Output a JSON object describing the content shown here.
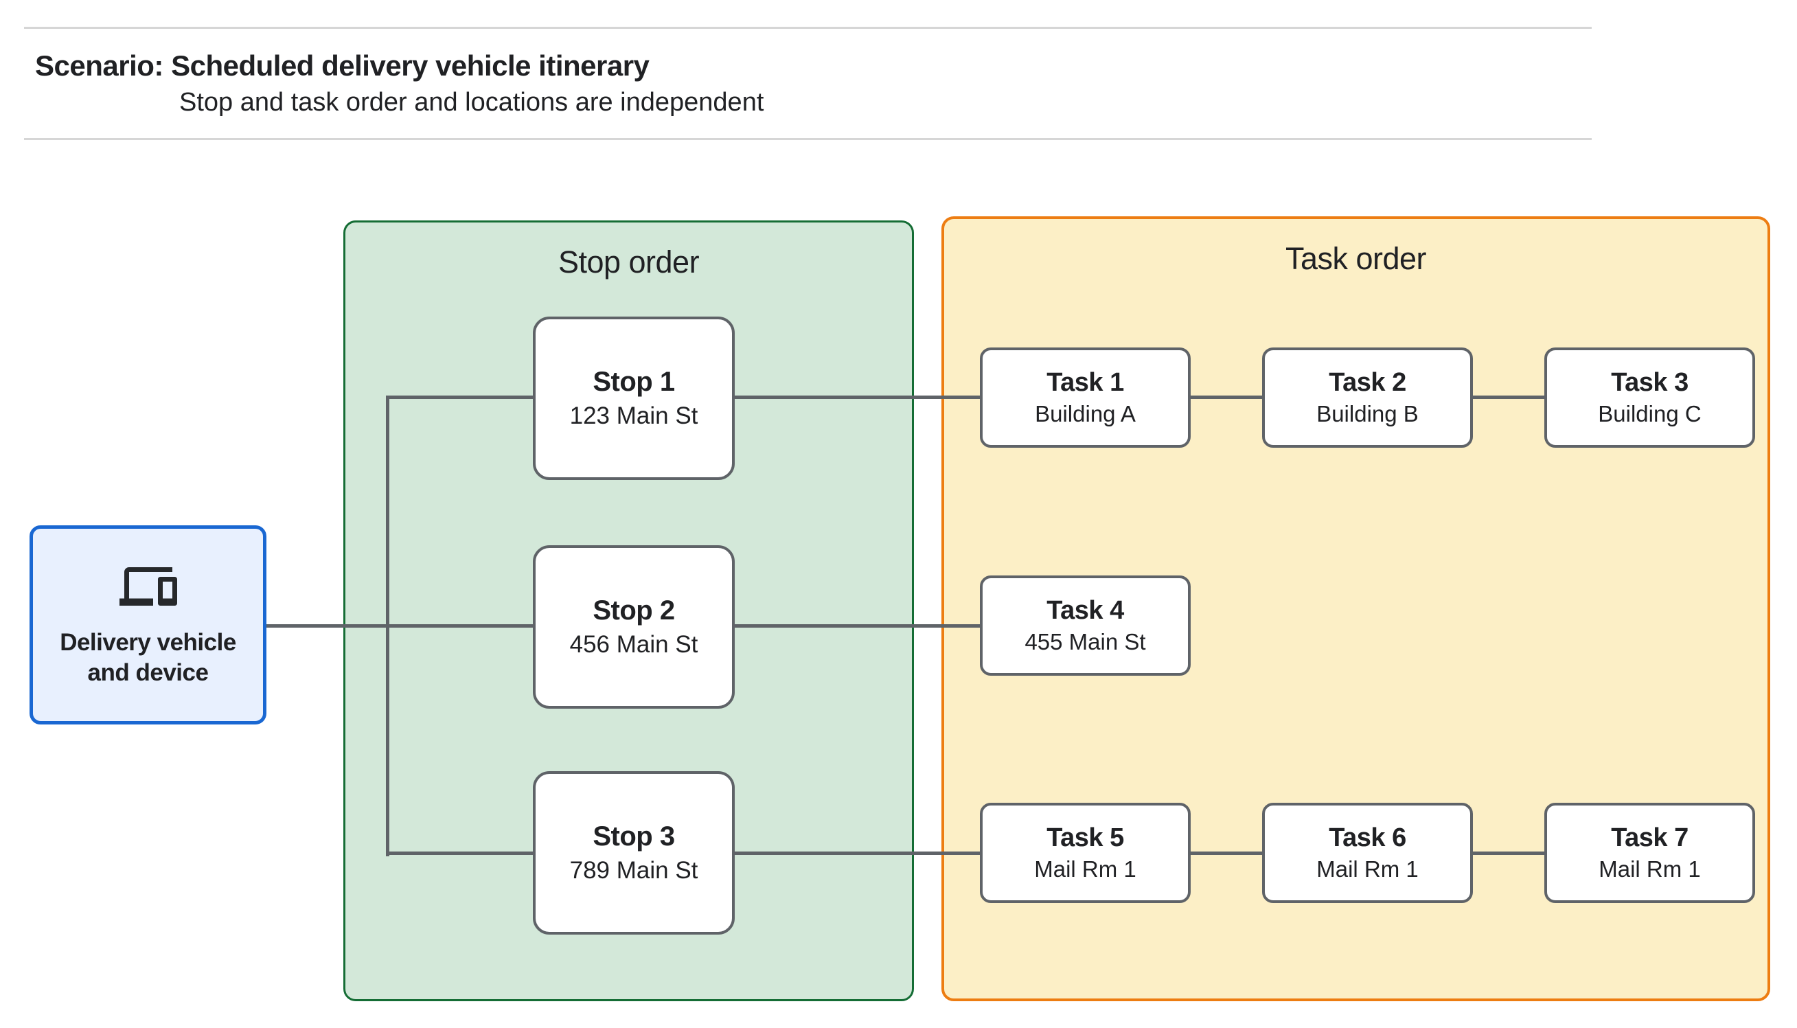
{
  "header": {
    "title_prefix": "Scenario:",
    "title_main": "Scheduled delivery vehicle itinerary",
    "subtitle": "Stop and task order and locations are independent"
  },
  "source_node": {
    "icon": "devices-icon",
    "label_line1": "Delivery vehicle",
    "label_line2": "and device",
    "fill": "#e8f0fe",
    "border": "#1967d2"
  },
  "groups": {
    "stop_order": {
      "title": "Stop order",
      "fill": "#d3e8d9",
      "border": "#156d35"
    },
    "task_order": {
      "title": "Task order",
      "fill": "#fcefc6",
      "border": "#ed7d12"
    }
  },
  "stops": [
    {
      "title": "Stop 1",
      "location": "123 Main St"
    },
    {
      "title": "Stop 2",
      "location": "456 Main St"
    },
    {
      "title": "Stop 3",
      "location": "789 Main St"
    }
  ],
  "tasks": [
    {
      "title": "Task 1",
      "location": "Building A"
    },
    {
      "title": "Task 2",
      "location": "Building B"
    },
    {
      "title": "Task 3",
      "location": "Building C"
    },
    {
      "title": "Task 4",
      "location": "455 Main St"
    },
    {
      "title": "Task 5",
      "location": "Mail Rm 1"
    },
    {
      "title": "Task 6",
      "location": "Mail Rm 1"
    },
    {
      "title": "Task 7",
      "location": "Mail Rm 1"
    }
  ],
  "colors": {
    "connector": "#5f6368",
    "node_border": "#5f6368",
    "text": "#202124",
    "rule": "#d6d6d6"
  }
}
